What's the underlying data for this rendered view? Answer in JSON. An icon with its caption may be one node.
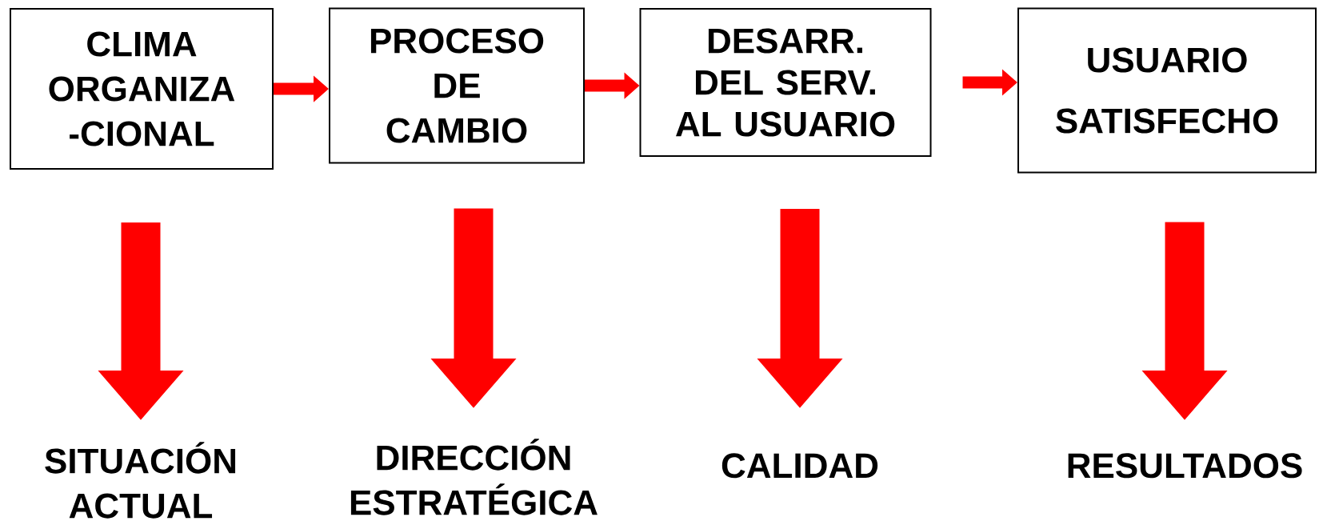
{
  "diagram": {
    "nodes": [
      {
        "text": [
          "CLIMA ORGANIZA -CIONAL"
        ]
      },
      {
        "text": [
          "PROCESO DE CAMBIO"
        ]
      },
      {
        "text": [
          "DESARR. DEL SERV. AL USUARIO"
        ]
      },
      {
        "text": [
          "USUARIO SATISFECHO"
        ]
      },
      {
        "text": [
          "SITUACIÓN ACTUAL"
        ]
      },
      {
        "text": [
          "DIRECCIÓN ESTRATÉGICA"
        ]
      },
      {
        "text": [
          "CALIDAD"
        ]
      },
      {
        "text": [
          "RESULTADOS"
        ]
      }
    ],
    "edges": [
      {
        "from": 0,
        "to": 1,
        "arrow": "to"
      },
      {
        "from": 1,
        "to": 2,
        "arrow": "to"
      },
      {
        "from": 2,
        "to": 3,
        "arrow": "to"
      },
      {
        "from": 0,
        "to": 4,
        "arrow": "to"
      },
      {
        "from": 1,
        "to": 5,
        "arrow": "to"
      },
      {
        "from": 2,
        "to": 6,
        "arrow": "to"
      },
      {
        "from": 3,
        "to": 7,
        "arrow": "to"
      }
    ]
  }
}
